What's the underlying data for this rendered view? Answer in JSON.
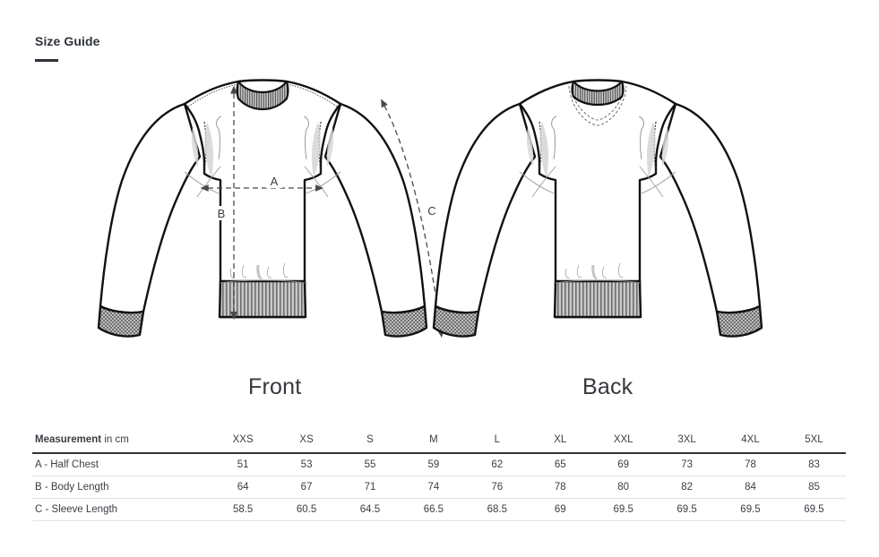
{
  "header": {
    "title": "Size Guide"
  },
  "illustration": {
    "views": [
      {
        "id": "front",
        "caption": "Front"
      },
      {
        "id": "back",
        "caption": "Back"
      }
    ],
    "measurement_marks": [
      {
        "id": "A",
        "label": "A",
        "description": "Half Chest"
      },
      {
        "id": "B",
        "label": "B",
        "description": "Body Length"
      },
      {
        "id": "C",
        "label": "C",
        "description": "Sleeve Length"
      }
    ]
  },
  "table": {
    "header": {
      "measurement_bold": "Measurement",
      "measurement_light": " in cm",
      "sizes": [
        "XXS",
        "XS",
        "S",
        "M",
        "L",
        "XL",
        "XXL",
        "3XL",
        "4XL",
        "5XL"
      ]
    },
    "rows": [
      {
        "label": "A - Half Chest",
        "values": [
          "51",
          "53",
          "55",
          "59",
          "62",
          "65",
          "69",
          "73",
          "78",
          "83"
        ]
      },
      {
        "label": "B - Body Length",
        "values": [
          "64",
          "67",
          "71",
          "74",
          "76",
          "78",
          "80",
          "82",
          "84",
          "85"
        ]
      },
      {
        "label": "C - Sleeve Length",
        "values": [
          "58.5",
          "60.5",
          "64.5",
          "66.5",
          "68.5",
          "69",
          "69.5",
          "69.5",
          "69.5",
          "69.5"
        ]
      }
    ]
  },
  "colors": {
    "text": "#3a3f45",
    "heading": "#2d3339",
    "rule": "#2f3438",
    "row_divider": "#e2e2e2",
    "garment_outline": "#111111",
    "rib_fill": "#b8b8b8",
    "shadow_fill": "#d9d9d9",
    "dimension_line": "#5a5a5a"
  }
}
